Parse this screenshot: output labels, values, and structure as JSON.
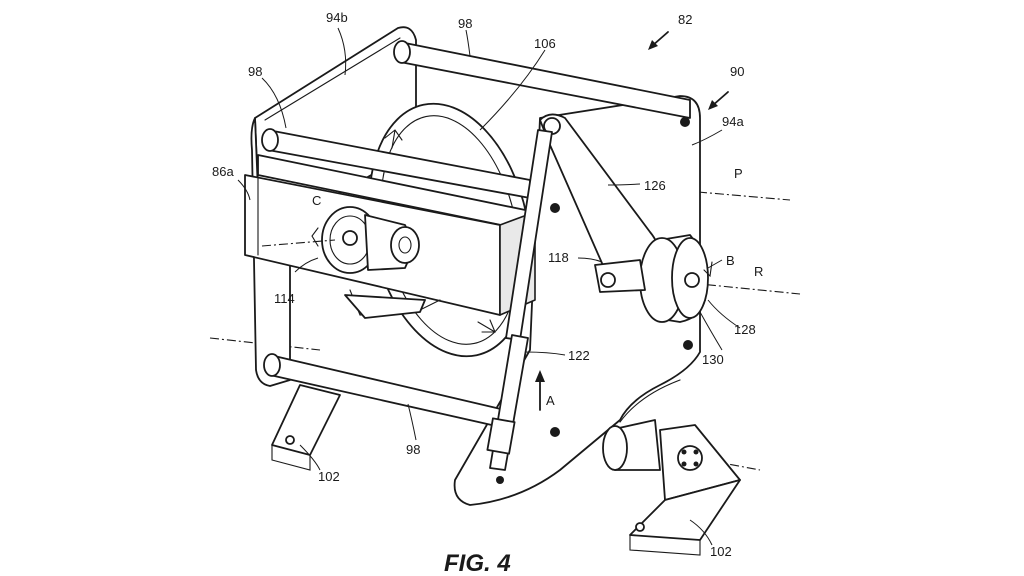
{
  "figure": {
    "caption": "FIG. 4"
  },
  "labels": {
    "l82": "82",
    "l90": "90",
    "l94a": "94a",
    "l94b": "94b",
    "l98_top": "98",
    "l98_left": "98",
    "l98_bottom": "98",
    "l106": "106",
    "l86a": "86a",
    "lC": "C",
    "l114": "114",
    "l126": "126",
    "lP": "P",
    "l118": "118",
    "lB": "B",
    "lR": "R",
    "l128": "128",
    "l130": "130",
    "l122": "122",
    "lA": "A",
    "l102_left": "102",
    "l102_right": "102"
  }
}
